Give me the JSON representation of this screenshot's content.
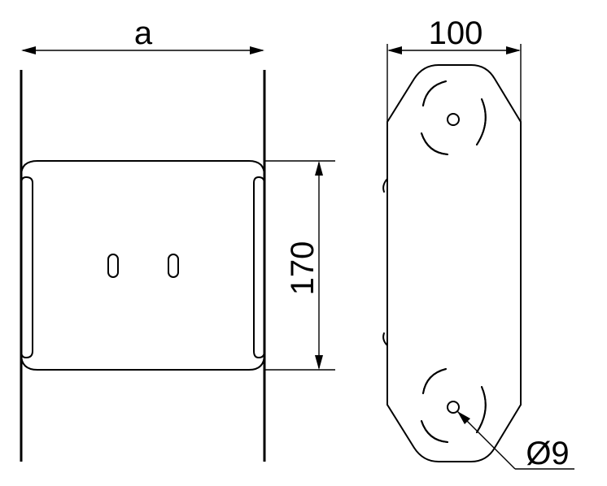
{
  "dimensions": {
    "width_label": "a",
    "plate_width": "100",
    "plate_height": "170",
    "hole_diameter": "Ø9"
  }
}
